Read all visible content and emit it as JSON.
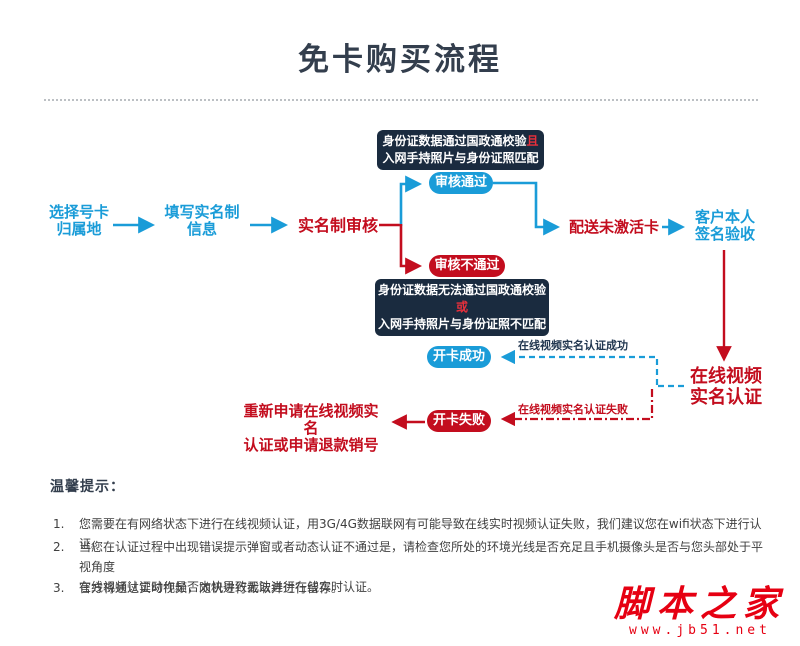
{
  "title": "免卡购买流程",
  "colors": {
    "blue": "#1a9cd8",
    "red": "#c30d1e",
    "navy_box": "#1a2b3f",
    "title_color": "#333e4d",
    "logo_red": "#e60012"
  },
  "flow": {
    "select_location": "选择号卡\n归属地",
    "fill_info": "填写实名制\n信息",
    "realname_review": "实名制审核",
    "pass_condition_line1_main": "身份证数据通过国政通校验",
    "pass_condition_line1_accent": "且",
    "pass_condition_line2": "入网手持照片与身份证照匹配",
    "review_pass": "审核通过",
    "review_fail": "审核不通过",
    "fail_condition_line1_main": "身份证数据无法通过国政通校验",
    "fail_condition_line1_accent": "或",
    "fail_condition_line2": "入网手持照片与身份证照不匹配",
    "deliver": "配送未激活卡",
    "customer_sign": "客户本人\n签名验收",
    "video_auth": "在线视频\n实名认证",
    "open_success": "开卡成功",
    "open_fail": "开卡失败",
    "video_auth_success_label": "在线视频实名认证成功",
    "video_auth_fail_label": "在线视频实名认证失败",
    "reapply": "重新申请在线视频实名\n认证或申请退款销号"
  },
  "tips": {
    "heading": "温馨提示：",
    "items": [
      {
        "num": "1.",
        "lines": [
          "您需要在有网络状态下进行在线视频认证，用3G/4G数据联网有可能导致在线实时视频认证失败，我们建议您在wifi状态下进行认证。"
        ]
      },
      {
        "num": "2.",
        "lines": [
          "当您在认证过程中出现错误提示弹窗或者动态认证不通过是，请检查您所处的环境光线是否充足且手机摄像头是否与您头部处于平视角度",
          "在线视频认证动作是否太快导致无法进行在线实时认证。"
        ]
      },
      {
        "num": "3.",
        "lines": [
          "官方将通过实时视频，随机进行截取并进行留存。"
        ]
      }
    ]
  },
  "logo": {
    "name": "脚本之家",
    "url": "www.jb51.net"
  }
}
